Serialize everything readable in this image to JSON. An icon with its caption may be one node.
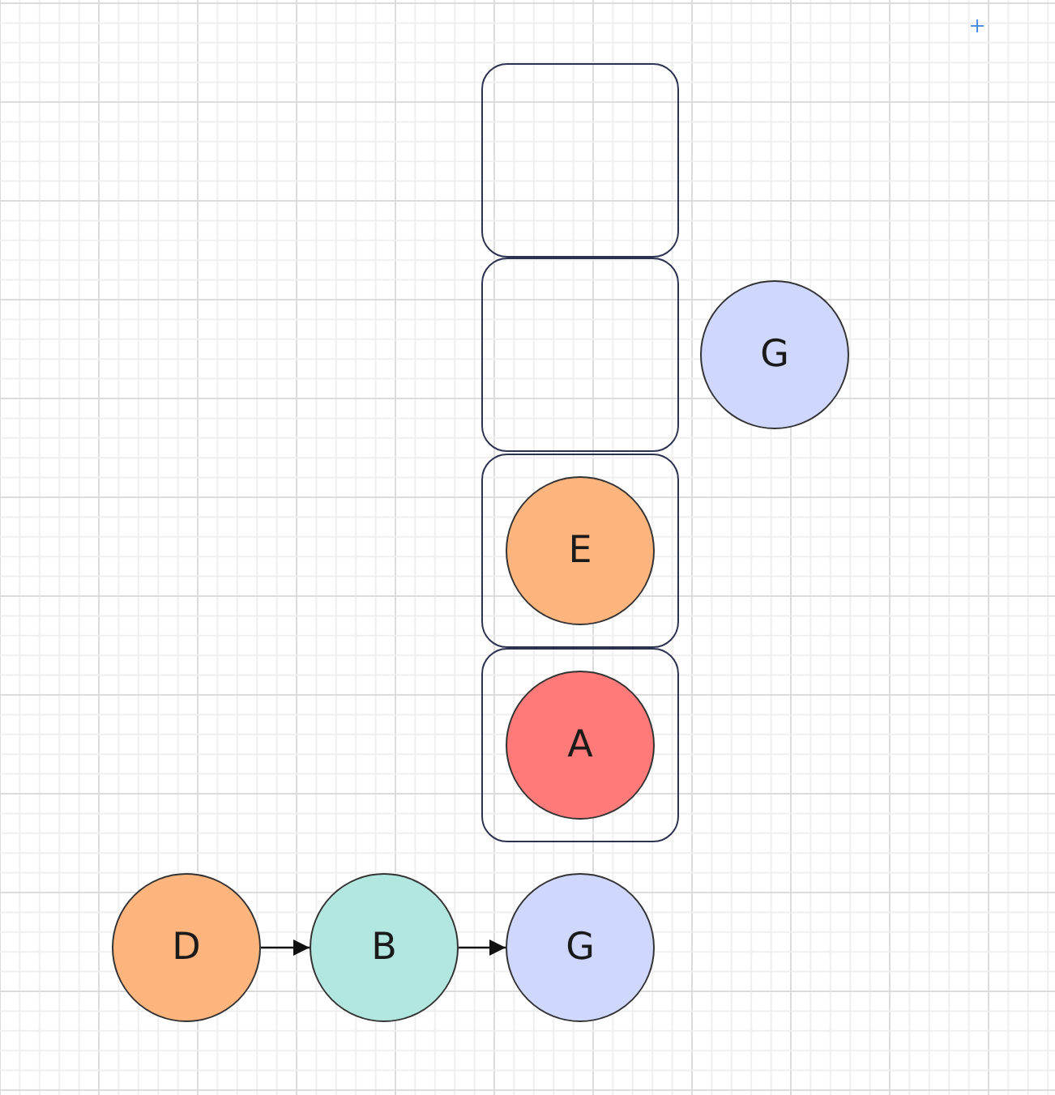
{
  "diagram": {
    "nodes": [
      {
        "text": [],
        "shape": "box"
      },
      {
        "text": [],
        "shape": "box"
      },
      {
        "text": [
          "G"
        ]
      },
      {
        "text": [],
        "shape": "box"
      },
      {
        "text": [
          "E"
        ],
        "in": 3
      },
      {
        "text": [],
        "shape": "box"
      },
      {
        "text": [
          "A"
        ],
        "in": 5
      },
      {
        "text": [
          "D"
        ]
      },
      {
        "text": [
          "B"
        ]
      },
      {
        "text": [
          "G"
        ]
      }
    ],
    "edges": [
      {
        "from": 7,
        "to": 8,
        "arrow": "to"
      },
      {
        "from": 8,
        "to": 9,
        "arrow": "to"
      }
    ]
  }
}
